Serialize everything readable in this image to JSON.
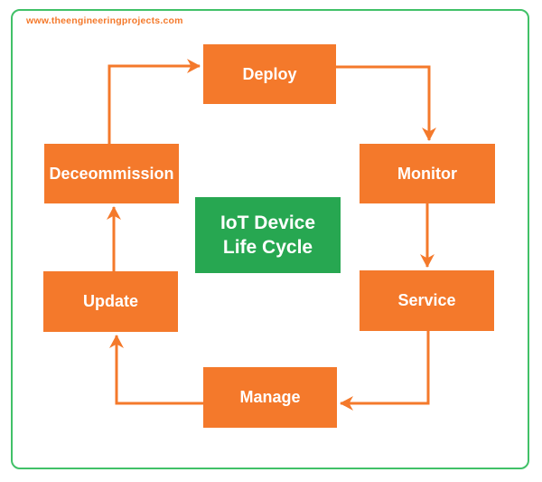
{
  "page": {
    "background_color": "#ffffff",
    "frame_border_color": "#41c168"
  },
  "watermark": {
    "text": "www.theengineeringprojects.com",
    "color": "#f4792b"
  },
  "diagram": {
    "type": "cycle-flowchart",
    "node_color": "#f4792b",
    "node_text_color": "#ffffff",
    "connector_color": "#f4792b",
    "center": {
      "label_line1": "IoT Device",
      "label_line2": "Life Cycle",
      "background_color": "#27a751",
      "text_color": "#ffffff"
    },
    "nodes": [
      {
        "id": "deploy",
        "label": "Deploy"
      },
      {
        "id": "monitor",
        "label": "Monitor"
      },
      {
        "id": "service",
        "label": "Service"
      },
      {
        "id": "manage",
        "label": "Manage"
      },
      {
        "id": "update",
        "label": "Update"
      },
      {
        "id": "decommission",
        "label": "Deceommission"
      }
    ],
    "edges": [
      {
        "from": "deploy",
        "to": "monitor"
      },
      {
        "from": "monitor",
        "to": "service"
      },
      {
        "from": "service",
        "to": "manage"
      },
      {
        "from": "manage",
        "to": "update"
      },
      {
        "from": "update",
        "to": "decommission"
      },
      {
        "from": "decommission",
        "to": "deploy"
      }
    ]
  }
}
